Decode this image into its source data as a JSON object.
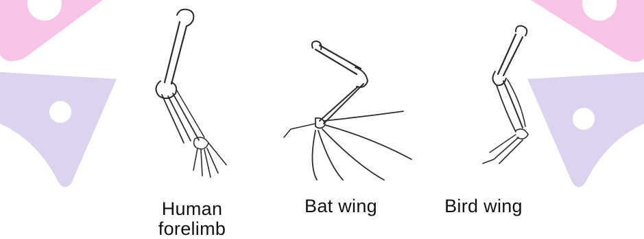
{
  "captions": {
    "human": [
      "Human",
      "forelimb"
    ],
    "bat": "Bat wing",
    "bird": "Bird wing"
  },
  "colors": {
    "watermark_pink": "#f8c4e6",
    "watermark_lavender": "#dcd4ee",
    "bone_stroke": "#2b2b2b",
    "caption_text": "#111111"
  },
  "icons": [
    "watermark-logo-left-icon",
    "watermark-logo-right-icon",
    "human-forelimb-bones-icon",
    "bat-wing-bones-icon",
    "bird-wing-bones-icon"
  ]
}
